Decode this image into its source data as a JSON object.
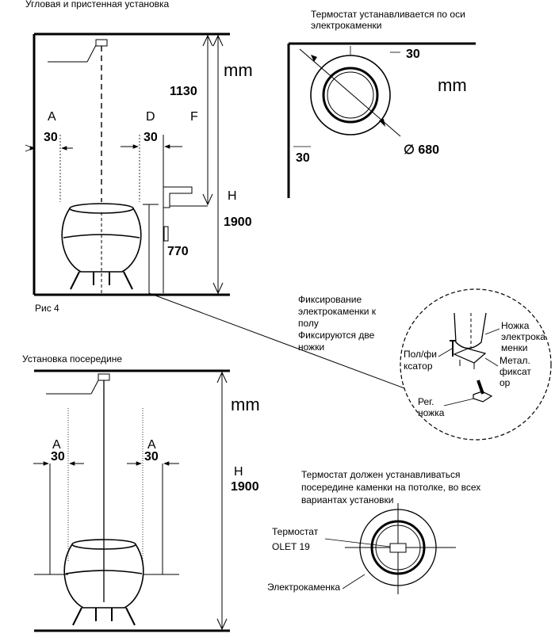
{
  "top_left": {
    "title": "Угловая и пристенная установка",
    "unit": "mm",
    "label_a": "A",
    "dim_a": "30",
    "label_d": "D",
    "dim_d": "30",
    "dim_1130": "1130",
    "label_f": "F",
    "label_h": "H",
    "dim_1900": "1900",
    "dim_770": "770",
    "figure": "Рис 4"
  },
  "top_right": {
    "title_line1": "Термостат устанавливается по оси",
    "title_line2": "электрокаменки",
    "unit": "mm",
    "dim_30_top": "30",
    "dim_30_left": "30",
    "diameter": "∅ 680"
  },
  "fixing": {
    "lines": [
      "Фиксирование",
      "электрокаменки к",
      "полу",
      "Фиксируются две",
      "ножки"
    ],
    "floor_fixer": [
      "Пол/фи",
      "ксатор"
    ],
    "heater_leg": [
      "Ножка",
      "электрока",
      "менки"
    ],
    "metal_fixer": [
      "Метал.",
      "фиксат",
      "ор"
    ],
    "adjust_leg": [
      "Рег.",
      "ножка"
    ]
  },
  "middle": {
    "title": "Установка посередине",
    "unit": "mm",
    "label_a1": "A",
    "dim_a1": "30",
    "label_a2": "A",
    "dim_a2": "30",
    "label_h": "H",
    "dim_1900": "1900"
  },
  "thermostat_center": {
    "line1": "Термостат должен устанавливаться",
    "line2": "посередине каменки на потолке, во всех",
    "line3": "вариантах установки",
    "thermostat_label": "Термостат",
    "model": "OLET 19",
    "heater_label": "Электрокаменка"
  }
}
